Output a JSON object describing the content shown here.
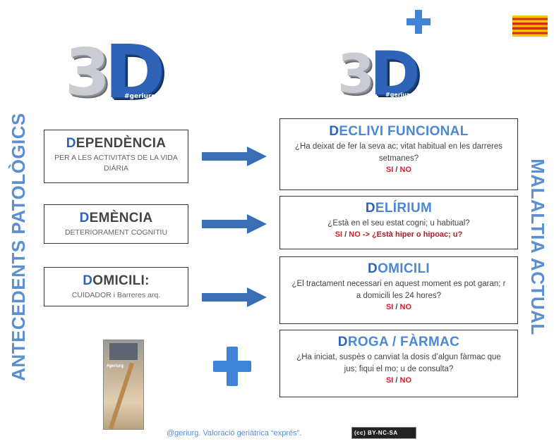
{
  "side_labels": {
    "left": "ANTECEDENTS PATOLÒGICS",
    "right": "MALALTIA ACTUAL"
  },
  "logos": {
    "left": {
      "text": "3D",
      "tag": "#geriurg"
    },
    "right": {
      "text": "3D",
      "tag": "#geriurg"
    }
  },
  "left_boxes": [
    {
      "initial": "D",
      "rest": "EPENDÈNCIA",
      "subtitle": "PER A LES ACTIVITATS DE LA VIDA DIÀRIA"
    },
    {
      "initial": "D",
      "rest": "EMÈNCIA",
      "subtitle": "DETERIORAMENT COGNITIU"
    },
    {
      "initial": "D",
      "rest": "OMICILI:",
      "subtitle": "CUIDADOR i Barreres arq."
    }
  ],
  "right_boxes": [
    {
      "initial": "D",
      "rest": "ECLIVI FUNCIONAL",
      "question": "¿Ha deixat de fer la seva ac; vitat habitual en les darreres setmanes?",
      "si": "SI",
      "sep": " / ",
      "no": "NO",
      "extra": ""
    },
    {
      "initial": "D",
      "rest": "ELÍRIUM",
      "question": "¿Està en el seu estat cogni; u habitual?",
      "si": "SI",
      "sep": " / ",
      "no": "NO",
      "extra": " -> ¿Està hiper o hipoac; u?"
    },
    {
      "initial": "D",
      "rest": "OMICILI",
      "question": "¿El tractament necessari en aquest moment es pot garan; r a domicili les 24 hores?",
      "si": "SI",
      "sep": " / ",
      "no": "NO",
      "extra": ""
    },
    {
      "initial": "D",
      "rest": "ROGA / FÀRMAC",
      "question": "¿Ha iniciat, suspès o canviat la dosis d’algun fàrmac que jus; fiqui el mo; u de consulta?",
      "si": "SI",
      "sep": " / ",
      "no": "NO",
      "extra": ""
    }
  ],
  "photo": {
    "label": "#geriurg"
  },
  "footer": {
    "text": "@geriurg. Valoració geriàtrica “exprés”.",
    "license": "(cc) BY-NC-SA"
  },
  "colors": {
    "accent": "#2e63b8",
    "side_label": "#5b8fd2",
    "si": "#e0182b",
    "arrow": "#3a6fb6"
  }
}
